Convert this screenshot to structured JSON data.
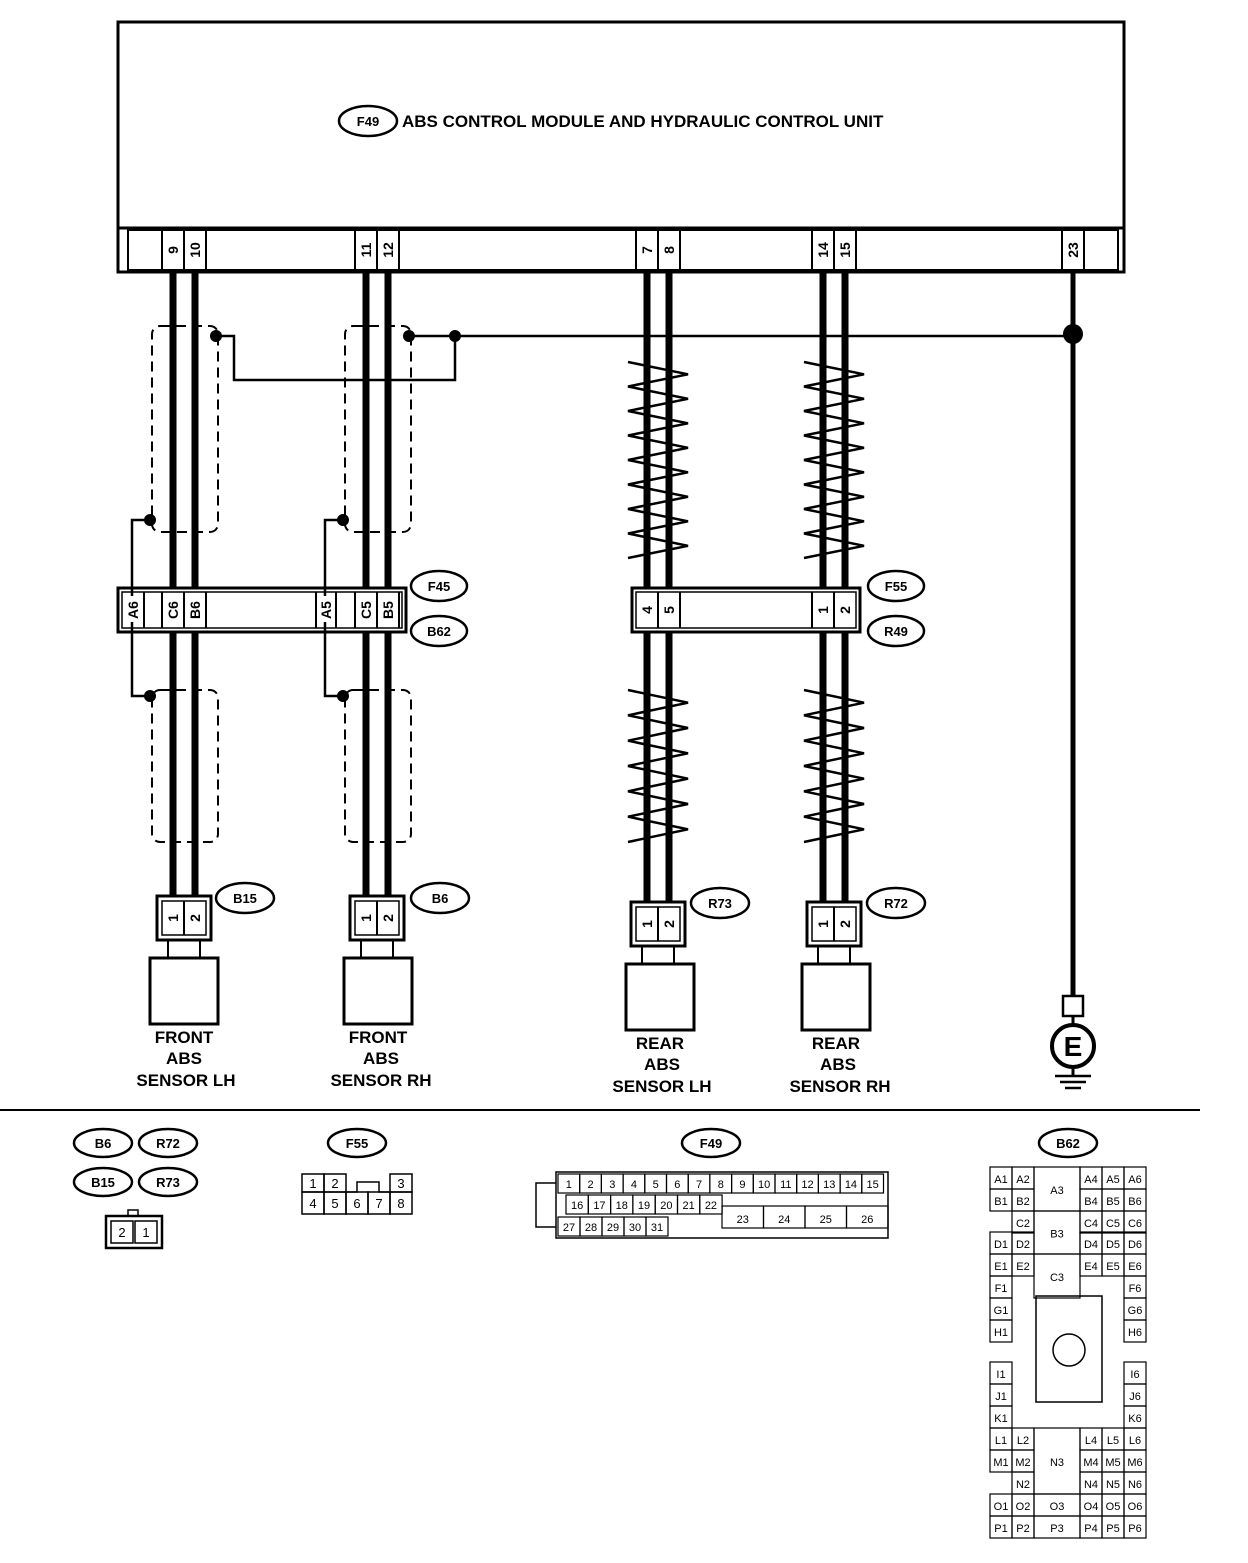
{
  "module": {
    "connector_id": "F49",
    "title": "ABS CONTROL MODULE AND HYDRAULIC  CONTROL UNIT",
    "pins": [
      "9",
      "10",
      "11",
      "12",
      "7",
      "8",
      "14",
      "15",
      "23"
    ]
  },
  "joint_connector": {
    "ids": [
      "F45",
      "B62"
    ],
    "pins": [
      "A6",
      "C6",
      "B6",
      "A5",
      "C5",
      "B5"
    ]
  },
  "rear_joint_connector": {
    "ids": [
      "F55",
      "R49"
    ],
    "pins": [
      "4",
      "5",
      "1",
      "2"
    ]
  },
  "sensors": [
    {
      "connector": "B15",
      "pins": [
        "1",
        "2"
      ],
      "label_lines": [
        "FRONT",
        "ABS",
        "SENSOR LH"
      ]
    },
    {
      "connector": "B6",
      "pins": [
        "1",
        "2"
      ],
      "label_lines": [
        "FRONT",
        "ABS",
        "SENSOR RH"
      ]
    },
    {
      "connector": "R73",
      "pins": [
        "1",
        "2"
      ],
      "label_lines": [
        "REAR",
        "ABS",
        "SENSOR LH"
      ]
    },
    {
      "connector": "R72",
      "pins": [
        "1",
        "2"
      ],
      "label_lines": [
        "REAR",
        "ABS",
        "SENSOR RH"
      ]
    }
  ],
  "ground": {
    "symbol": "E"
  },
  "legend": {
    "sensor_connectors": {
      "ids": [
        "B6",
        "R72",
        "B15",
        "R73"
      ],
      "pins": [
        "2",
        "1"
      ]
    },
    "f55": {
      "id": "F55",
      "row1": [
        "1",
        "2",
        "3"
      ],
      "row2": [
        "4",
        "5",
        "6",
        "7",
        "8"
      ]
    },
    "f49": {
      "id": "F49",
      "row1": [
        "1",
        "2",
        "3",
        "4",
        "5",
        "6",
        "7",
        "8",
        "9",
        "10",
        "11",
        "12",
        "13",
        "14",
        "15"
      ],
      "row2": [
        "16",
        "17",
        "18",
        "19",
        "20",
        "21",
        "22",
        "23",
        "24",
        "25",
        "26"
      ],
      "row3": [
        "27",
        "28",
        "29",
        "30",
        "31"
      ]
    },
    "b62": {
      "id": "B62",
      "cells": [
        "A1",
        "A2",
        "A3",
        "A4",
        "A5",
        "A6",
        "B1",
        "B2",
        "B3",
        "B4",
        "B5",
        "B6",
        "C2",
        "C4",
        "C5",
        "C6",
        "D1",
        "D2",
        "C3",
        "D4",
        "D5",
        "D6",
        "E1",
        "E2",
        "E4",
        "E5",
        "E6",
        "F1",
        "F6",
        "G1",
        "G6",
        "H1",
        "H6",
        "I1",
        "I6",
        "J1",
        "J6",
        "K1",
        "K6",
        "L1",
        "L2",
        "L4",
        "L5",
        "L6",
        "M1",
        "M2",
        "N3",
        "M4",
        "M5",
        "M6",
        "N2",
        "N4",
        "N5",
        "N6",
        "O1",
        "O2",
        "O3",
        "O4",
        "O5",
        "O6",
        "P1",
        "P2",
        "P3",
        "P4",
        "P5",
        "P6"
      ]
    }
  }
}
